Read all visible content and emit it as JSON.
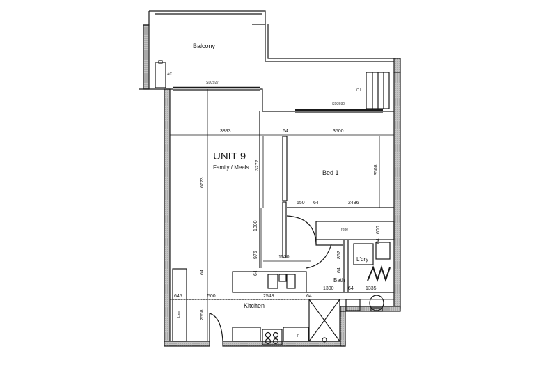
{
  "plan": {
    "unit_title": "UNIT 9",
    "rooms": {
      "balcony": "Balcony",
      "family_meals": "Family / Meals",
      "bed1": "Bed 1",
      "kitchen": "Kitchen",
      "bath": "Bath",
      "laundry": "L'dry",
      "robe": "robe",
      "linen": "Lien"
    },
    "fixtures": {
      "ac": "AC",
      "clothes_line": "C.L",
      "door_left": "SD2927",
      "door_right": "SD2930",
      "fridge": "F"
    },
    "dimensions": {
      "family_width": "3893",
      "wall_64_top": "64",
      "bed_width": "3500",
      "family_depth": "6723",
      "family_3272": "3272",
      "bed_depth": "3508",
      "bed_550": "550",
      "bed_64": "64",
      "bed_2436": "2436",
      "hall_1000": "1000",
      "hall_976": "976",
      "hall_1530": "1530",
      "wall_64_kitchen": "64",
      "wall_64_left": "64",
      "laundry_862": "862",
      "laundry_64": "64",
      "robe_600": "600",
      "robe_64": "64",
      "kitchen_645": "645",
      "kitchen_500": "500",
      "kitchen_2548": "2548",
      "kitchen_64": "64",
      "kitchen_2558": "2558",
      "bath_1300": "1300",
      "bath_64": "64",
      "bath_1335": "1335"
    }
  },
  "colors": {
    "line": "#1a1a1a",
    "wall_fill": "#b8b8b8",
    "background": "#ffffff"
  }
}
